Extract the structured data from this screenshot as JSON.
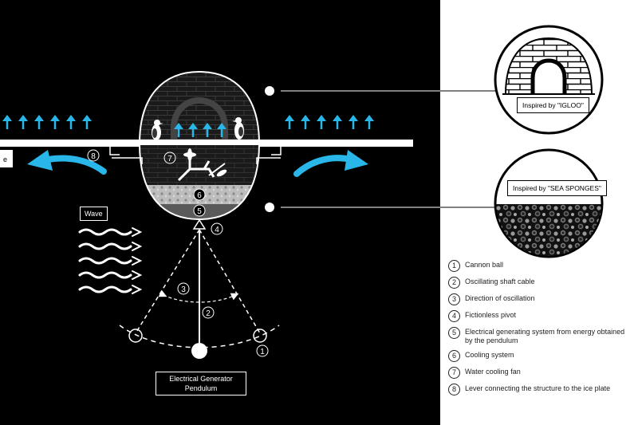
{
  "labels": {
    "wave": "Wave",
    "generator_line1": "Electrical Generator",
    "generator_line2": "Pendulum",
    "plate_text": "e"
  },
  "inspirations": [
    {
      "text": "Inspired by \"IGLOO\""
    },
    {
      "text": "Inspired by \"SEA SPONGES\""
    }
  ],
  "numbers": {
    "n1": "1",
    "n2": "2",
    "n3": "3",
    "n4": "4",
    "n5": "5",
    "n6": "6",
    "n7": "7",
    "n8": "8"
  },
  "legend": [
    {
      "num": "1",
      "text": "Cannon ball"
    },
    {
      "num": "2",
      "text": "Oscillating shaft cable"
    },
    {
      "num": "3",
      "text": "Direction of oscillation"
    },
    {
      "num": "4",
      "text": "Fictionless pivot"
    },
    {
      "num": "5",
      "text": "Electrical generating system from energy obtained by the pendulum"
    },
    {
      "num": "6",
      "text": "Cooling system"
    },
    {
      "num": "7",
      "text": "Water cooling fan"
    },
    {
      "num": "8",
      "text": "Lever connecting the structure to the ice plate"
    }
  ],
  "colors": {
    "background_dark": "#000000",
    "background_light": "#ffffff",
    "accent_cyan": "#29b6e8"
  },
  "icons": [
    "up-arrow-icon",
    "curved-arrow-icon",
    "wave-icon",
    "penguin-icon",
    "fan-icon",
    "igloo-icon",
    "sponge-icon"
  ]
}
